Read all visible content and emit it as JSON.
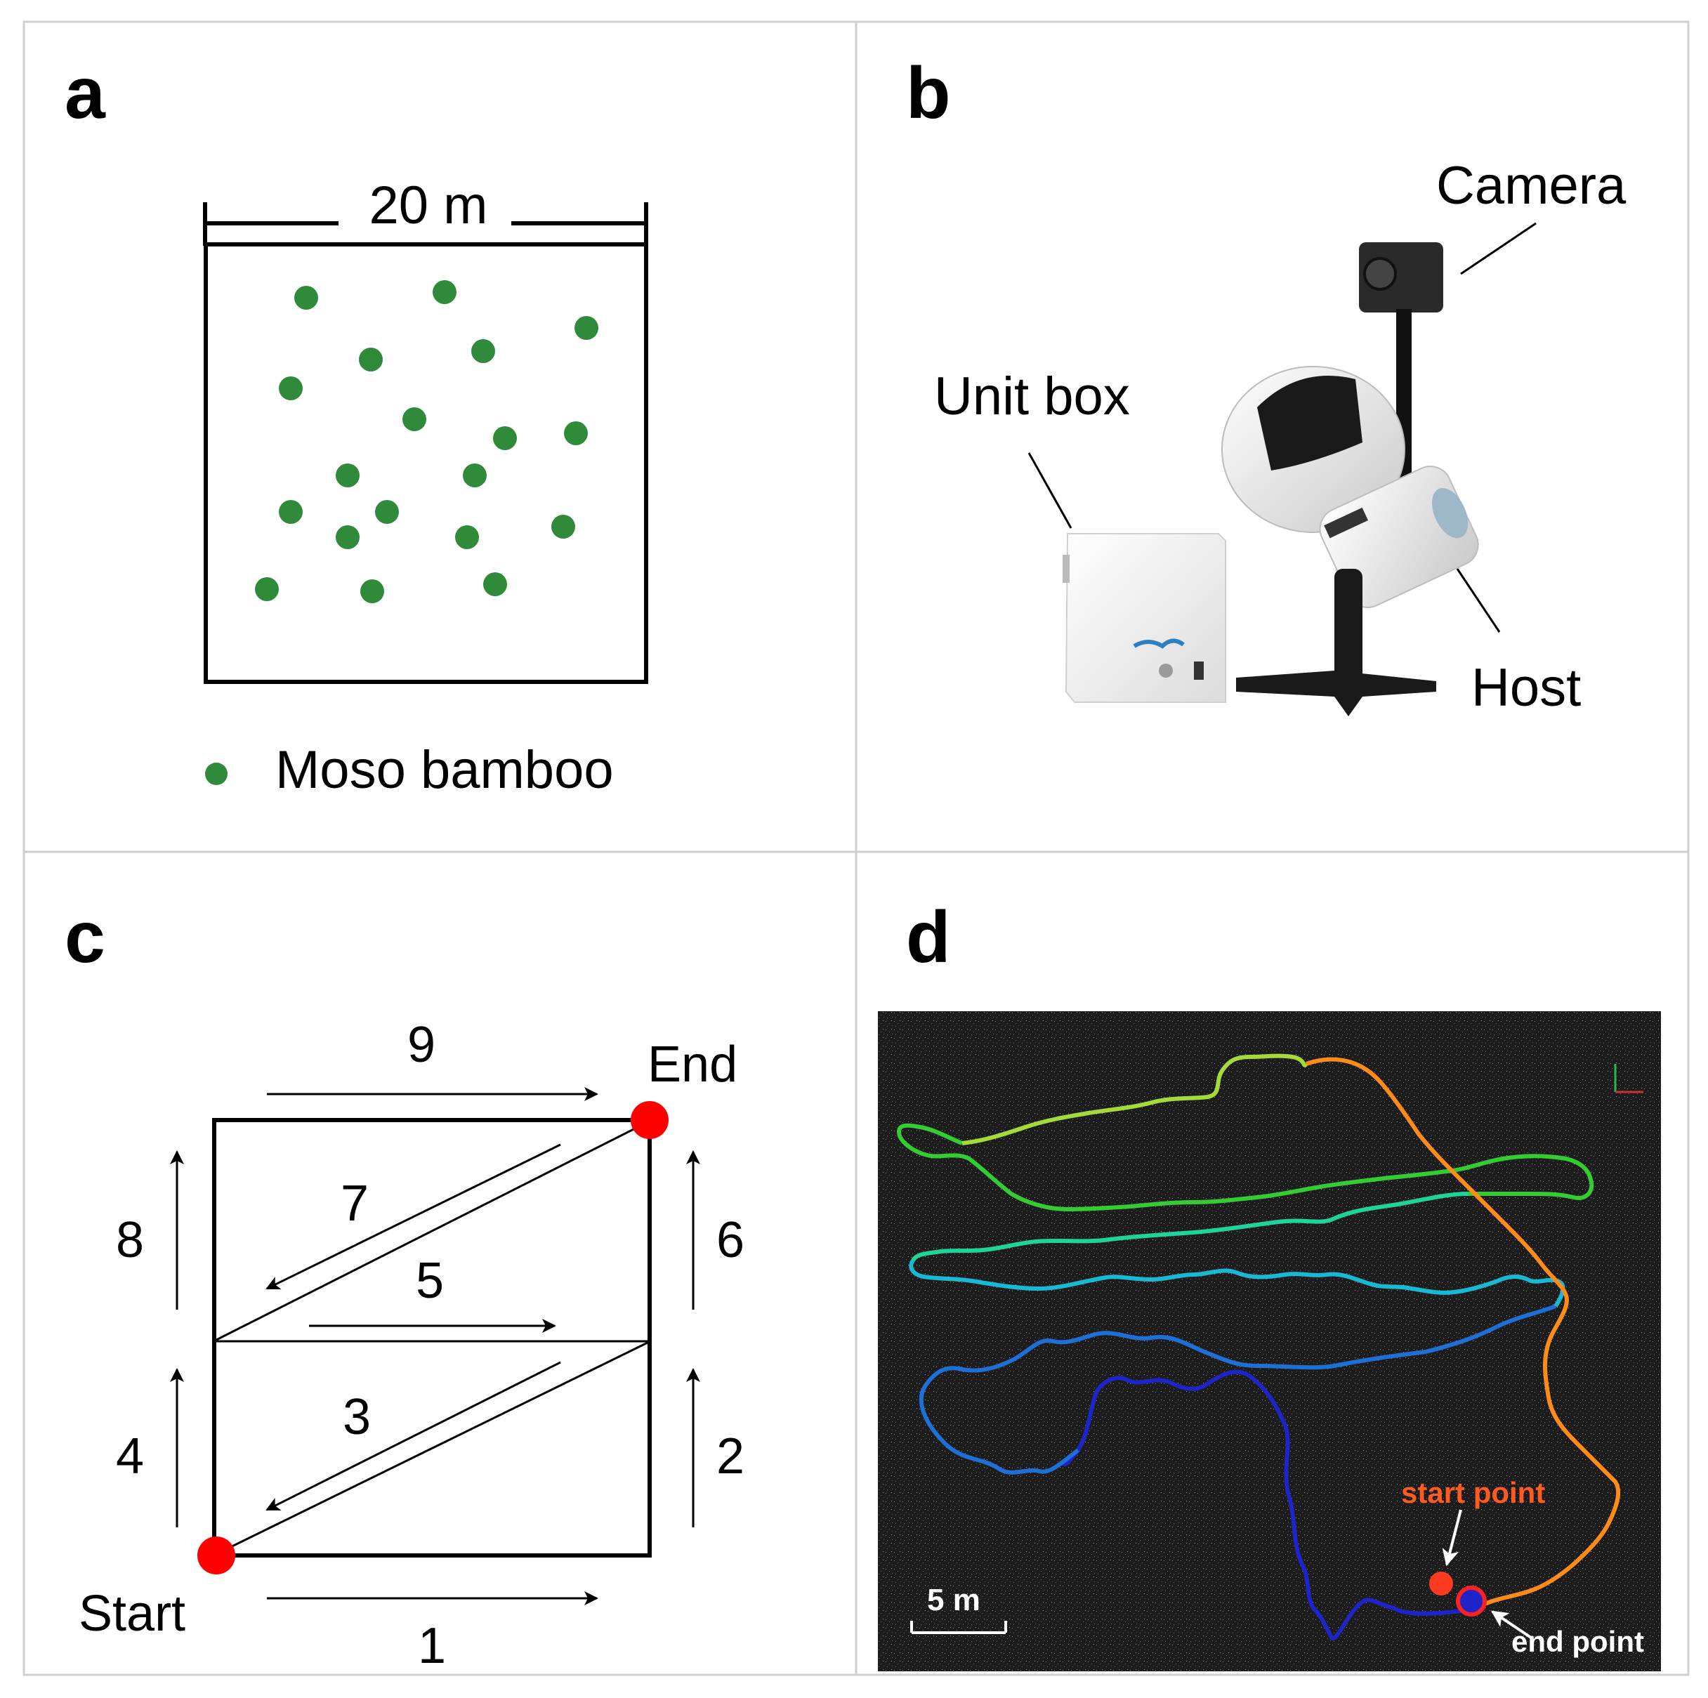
{
  "panels": {
    "a": {
      "letter": "a",
      "width_label": "20 m",
      "legend_label": "Moso bamboo",
      "dot_color": "#2f8a3a"
    },
    "b": {
      "letter": "b",
      "camera_label": "Camera",
      "unit_box_label": "Unit box",
      "host_label": "Host"
    },
    "c": {
      "letter": "c",
      "start_label": "Start",
      "end_label": "End",
      "marker_color": "#ff0000",
      "step_labels": [
        "1",
        "2",
        "3",
        "4",
        "5",
        "6",
        "7",
        "8",
        "9"
      ]
    },
    "d": {
      "letter": "d",
      "scale_label": "5 m",
      "start_point_label": "start point",
      "end_point_label": "end point",
      "start_color": "#ff5a1f",
      "trajectory_colors": [
        "#1f24c8",
        "#1e6fd6",
        "#19b9d4",
        "#1fd49a",
        "#33cc33",
        "#a6d93a",
        "#ff8c1a"
      ]
    }
  }
}
